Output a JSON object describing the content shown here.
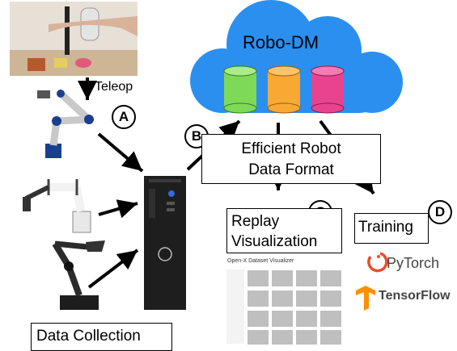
{
  "title": "Robo-DM",
  "format_box": {
    "line1": "Efficient Robot",
    "line2": "Data Format"
  },
  "replay_box": {
    "line1": "Replay",
    "line2": "Visualization"
  },
  "training_box": {
    "label": "Training"
  },
  "collection_box": {
    "label": "Data Collection"
  },
  "teleop_label": "Teleop",
  "badges": {
    "a": "A",
    "b": "B",
    "c": "C",
    "d": "D"
  },
  "logos": {
    "pytorch": "PyTorch",
    "tensorflow": "TensorFlow"
  },
  "visualizer": {
    "title": "Open-X Dataset Visualizer"
  },
  "colors": {
    "cloud": "#2b8ff0",
    "cylinder_green": "#7ed957",
    "cylinder_orange": "#f7a934",
    "cylinder_pink": "#e8438f",
    "pytorch": "#ee4c2c",
    "tensorflow": "#ff8f00"
  }
}
